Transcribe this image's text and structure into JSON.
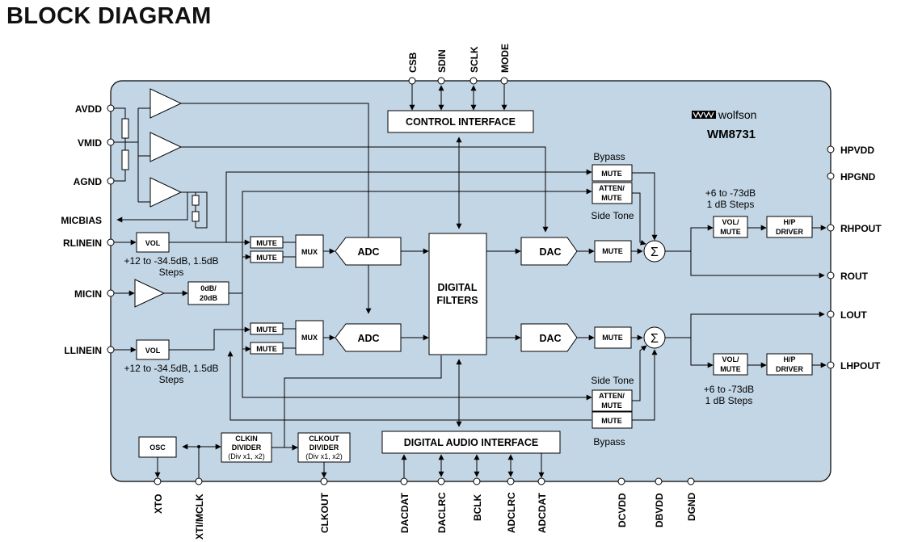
{
  "title": "BLOCK DIAGRAM",
  "brand": {
    "logo_text": "wolfson",
    "part": "WM8731"
  },
  "colors": {
    "chip_fill": "#c3d6e6",
    "line": "#000000"
  },
  "pins_left": {
    "avdd": "AVDD",
    "vmid": "VMID",
    "agnd": "AGND",
    "micbias": "MICBIAS",
    "rlinein": "RLINEIN",
    "micin": "MICIN",
    "llinein": "LLINEIN"
  },
  "pins_right": {
    "hpvdd": "HPVDD",
    "hpgnd": "HPGND",
    "rhpout": "RHPOUT",
    "rout": "ROUT",
    "lout": "LOUT",
    "lhpout": "LHPOUT"
  },
  "pins_top": {
    "csb": "CSB",
    "sdin": "SDIN",
    "sclk": "SCLK",
    "mode": "MODE"
  },
  "pins_bottom": {
    "xto": "XTO",
    "xti": "XTI/MCLK",
    "clkout": "CLKOUT",
    "dacdat": "DACDAT",
    "daclrc": "DACLRC",
    "bclk": "BCLK",
    "adclrc": "ADCLRC",
    "adcdat": "ADCDAT",
    "dcvdd": "DCVDD",
    "dbvdd": "DBVDD",
    "dgnd": "DGND"
  },
  "blocks": {
    "control_interface": "CONTROL INTERFACE",
    "digital_filters_1": "DIGITAL",
    "digital_filters_2": "FILTERS",
    "digital_audio_interface": "DIGITAL AUDIO INTERFACE",
    "adc": "ADC",
    "dac": "DAC",
    "mux": "MUX",
    "mute": "MUTE",
    "vol": "VOL",
    "atten_1": "ATTEN/",
    "atten_2": "MUTE",
    "vol_mute_1": "VOL/",
    "vol_mute_2": "MUTE",
    "hp_driver_1": "H/P",
    "hp_driver_2": "DRIVER",
    "mic_boost_1": "0dB/",
    "mic_boost_2": "20dB",
    "osc": "OSC",
    "clkin_1": "CLKIN",
    "clkin_2": "DIVIDER",
    "clkin_3": "(Div x1, x2)",
    "clkout_1": "CLKOUT",
    "clkout_2": "DIVIDER",
    "clkout_3": "(Div x1, x2)",
    "sum": "Σ"
  },
  "notes": {
    "bypass": "Bypass",
    "side_tone": "Side Tone",
    "line_in_range_1": "+12 to -34.5dB, 1.5dB",
    "line_in_range_2": "Steps",
    "hp_range_1": "+6 to -73dB",
    "hp_range_2": "1 dB Steps"
  }
}
